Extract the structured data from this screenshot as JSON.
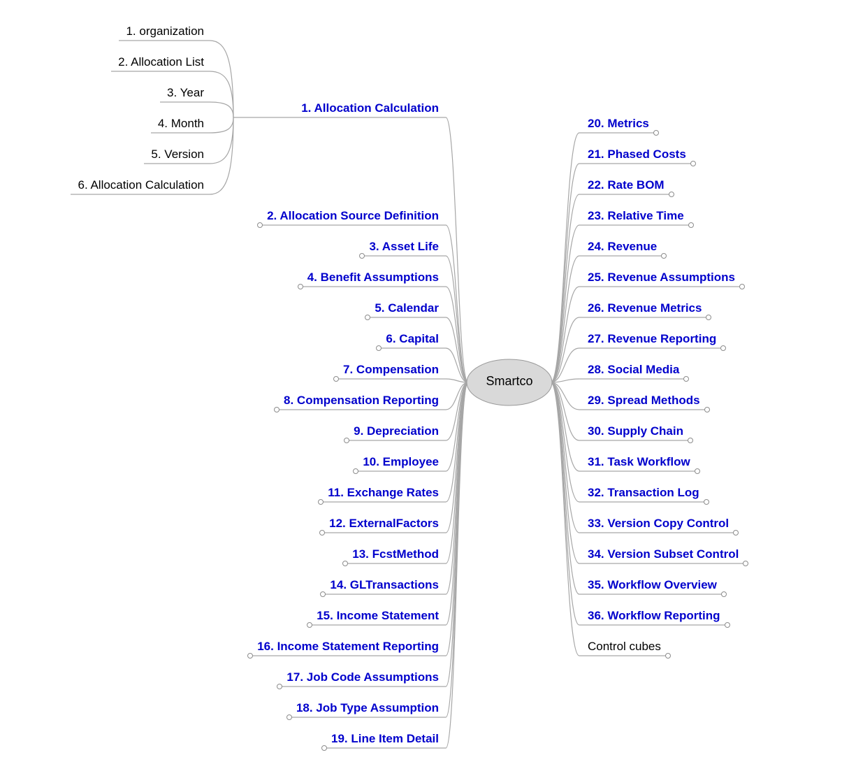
{
  "center": {
    "label": "Smartco"
  },
  "branches": {
    "left": [
      {
        "label": "1. Allocation Calculation",
        "children": [
          "1. organization",
          "2. Allocation List",
          "3. Year",
          "4. Month",
          "5. Version",
          "6. Allocation Calculation"
        ]
      },
      {
        "label": "2. Allocation Source Definition"
      },
      {
        "label": "3. Asset Life"
      },
      {
        "label": "4. Benefit Assumptions"
      },
      {
        "label": "5. Calendar"
      },
      {
        "label": "6. Capital"
      },
      {
        "label": "7. Compensation"
      },
      {
        "label": "8. Compensation Reporting"
      },
      {
        "label": "9. Depreciation"
      },
      {
        "label": "10. Employee"
      },
      {
        "label": "11. Exchange Rates"
      },
      {
        "label": "12. ExternalFactors"
      },
      {
        "label": "13. FcstMethod"
      },
      {
        "label": "14. GLTransactions"
      },
      {
        "label": "15. Income Statement"
      },
      {
        "label": "16. Income Statement Reporting"
      },
      {
        "label": "17. Job Code Assumptions"
      },
      {
        "label": "18. Job Type Assumption"
      },
      {
        "label": "19. Line Item Detail"
      }
    ],
    "right": [
      {
        "label": "20. Metrics"
      },
      {
        "label": "21. Phased Costs"
      },
      {
        "label": "22. Rate BOM"
      },
      {
        "label": "23. Relative Time"
      },
      {
        "label": "24. Revenue"
      },
      {
        "label": "25. Revenue Assumptions"
      },
      {
        "label": "26. Revenue Metrics"
      },
      {
        "label": "27. Revenue Reporting"
      },
      {
        "label": "28. Social Media"
      },
      {
        "label": "29. Spread Methods"
      },
      {
        "label": "30. Supply Chain"
      },
      {
        "label": "31. Task Workflow"
      },
      {
        "label": "32. Transaction Log"
      },
      {
        "label": "33. Version Copy Control"
      },
      {
        "label": "34. Version Subset Control"
      },
      {
        "label": "35. Workflow Overview"
      },
      {
        "label": "36. Workflow Reporting"
      },
      {
        "label": "Control cubes",
        "plain": true
      }
    ]
  },
  "colors": {
    "branch_text": "#0000cc",
    "plain_text": "#000000",
    "connector": "#a6a6a6",
    "handle_fill": "#ffffff",
    "handle_stroke": "#8c8c8c",
    "center_fill": "#d9d9d9",
    "center_stroke": "#999999",
    "background": "#ffffff"
  }
}
